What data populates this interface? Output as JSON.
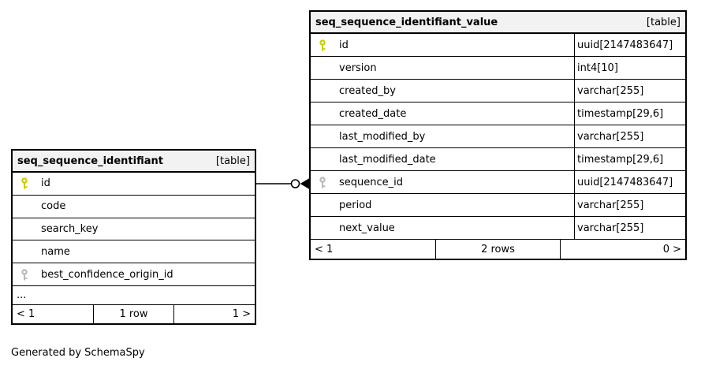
{
  "diagram": {
    "footer_note": "Generated by SchemaSpy"
  },
  "colors": {
    "header_bg": "#f2f2f2",
    "border": "#000000",
    "pk_key": "#cccc00",
    "fk_key": "#b9b9b9",
    "row_bg": "#ffffff"
  },
  "left_table": {
    "name": "seq_sequence_identifiant",
    "tag": "[table]",
    "rows": [
      {
        "key": "pk",
        "name": "id"
      },
      {
        "key": "",
        "name": "code"
      },
      {
        "key": "",
        "name": "search_key"
      },
      {
        "key": "",
        "name": "name"
      },
      {
        "key": "fk",
        "name": "best_confidence_origin_id"
      }
    ],
    "ellipsis": "...",
    "footer": {
      "left": "< 1",
      "center": "1 row",
      "right": "1 >"
    }
  },
  "right_table": {
    "name": "seq_sequence_identifiant_value",
    "tag": "[table]",
    "rows": [
      {
        "key": "pk",
        "name": "id",
        "type": "uuid[2147483647]"
      },
      {
        "key": "",
        "name": "version",
        "type": "int4[10]"
      },
      {
        "key": "",
        "name": "created_by",
        "type": "varchar[255]"
      },
      {
        "key": "",
        "name": "created_date",
        "type": "timestamp[29,6]"
      },
      {
        "key": "",
        "name": "last_modified_by",
        "type": "varchar[255]"
      },
      {
        "key": "",
        "name": "last_modified_date",
        "type": "timestamp[29,6]"
      },
      {
        "key": "fk",
        "name": "sequence_id",
        "type": "uuid[2147483647]"
      },
      {
        "key": "",
        "name": "period",
        "type": "varchar[255]"
      },
      {
        "key": "",
        "name": "next_value",
        "type": "varchar[255]"
      }
    ],
    "footer": {
      "left": "< 1",
      "center": "2 rows",
      "right": "0 >"
    }
  },
  "relationship": {
    "from_table": "seq_sequence_identifiant",
    "from_column": "id",
    "to_table": "seq_sequence_identifiant_value",
    "to_column": "sequence_id"
  }
}
